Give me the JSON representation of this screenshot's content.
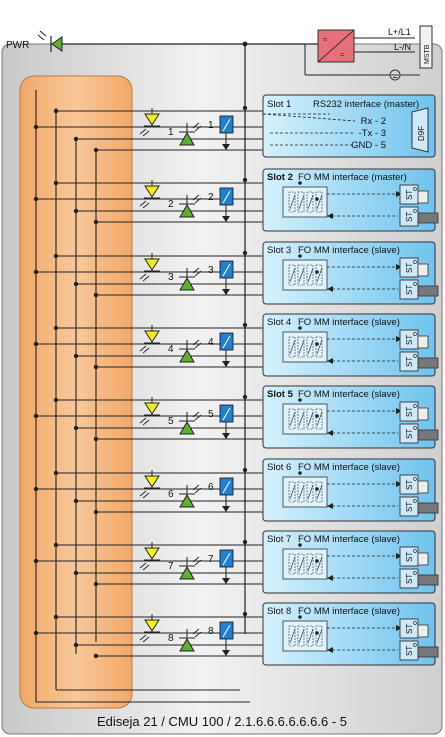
{
  "labels": {
    "pwr": "PWR",
    "l1": "L+/L1",
    "ln": "L-/N",
    "mstb": "MSTB",
    "footer": "Ediseja 21 / CMU 100 / 2.1.6.6.6.6.6.6.6 - 5",
    "d9f": "D9F",
    "st": "ST"
  },
  "slot1": {
    "title": "Slot 1",
    "desc": "RS232 interface (master)",
    "pins": [
      "Rx - 2",
      "-Tx - 3",
      "GND - 5"
    ]
  },
  "fo_slots": [
    {
      "title": "Slot 2",
      "desc": "FO MM interface (master)"
    },
    {
      "title": "Slot 3",
      "desc": "FO MM interface (slave)"
    },
    {
      "title": "Slot 4",
      "desc": "FO MM interface (slave)"
    },
    {
      "title": "Slot 5",
      "desc": "FO MM interface (slave)"
    },
    {
      "title": "Slot 6",
      "desc": "FO MM interface (slave)"
    },
    {
      "title": "Slot 7",
      "desc": "FO MM interface (slave)"
    },
    {
      "title": "Slot 8",
      "desc": "FO MM interface (slave)"
    }
  ],
  "channel_numbers": [
    "1",
    "2",
    "3",
    "4",
    "5",
    "6",
    "7",
    "8"
  ],
  "colors": {
    "panel_bg": "#d0d0d0",
    "panel_light": "#ececec",
    "orange": "#f4b27a",
    "slot_blue": "#7ecbf2",
    "slot_light": "#c9ecfb",
    "relay_blue": "#1f7fd0",
    "led_yellow": "#f6ec1a",
    "led_green": "#5cb030",
    "power_red": "#e8707a"
  }
}
